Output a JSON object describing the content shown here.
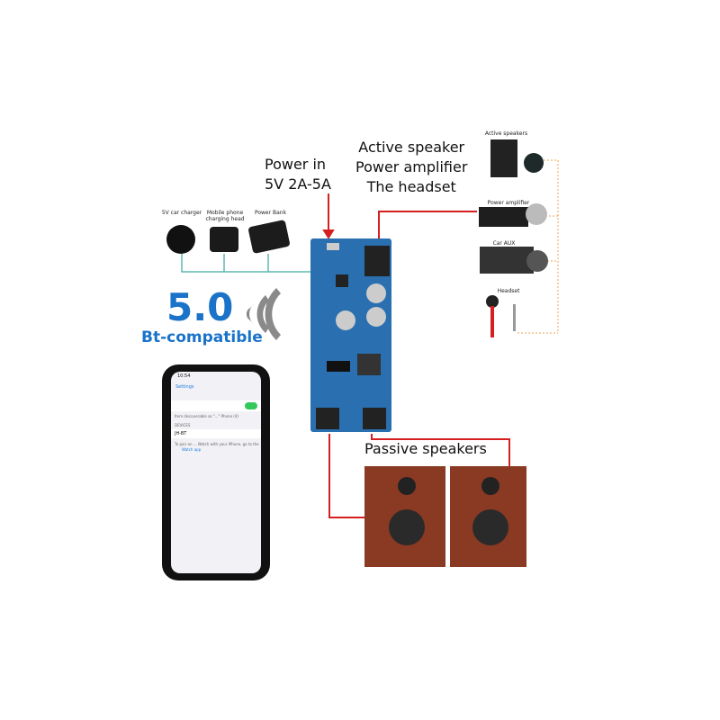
{
  "power_in": {
    "line1": "Power in",
    "line2": "5V 2A-5A"
  },
  "outputs_label": {
    "line1": "Active speaker",
    "line2": "Power amplifier",
    "line3": "The headset"
  },
  "power_sources": [
    "5V car charger",
    "Mobile phone charging head",
    "Power Bank"
  ],
  "bt": {
    "version": "5.0",
    "label": "Bt-compatible"
  },
  "phone": {
    "time": "10:54",
    "back": "Settings",
    "row1": "Item discoverable as \"...\" Phone (4)",
    "section": "DEVICES",
    "device": "JH-BT",
    "footer": "To pair an ... Watch with your iPhone, go to the",
    "link": "Watch app"
  },
  "devices": [
    "Active speakers",
    "Power amplifier",
    "Car AUX",
    "Headset"
  ],
  "passive_label": "Passive speakers",
  "colors": {
    "accent_blue": "#1a73c9",
    "line_red": "#d42020",
    "line_teal": "#5fb8b0",
    "dotted_orange": "#f0a050",
    "board": "#2a6fb0",
    "wood": "#8a3a22"
  }
}
